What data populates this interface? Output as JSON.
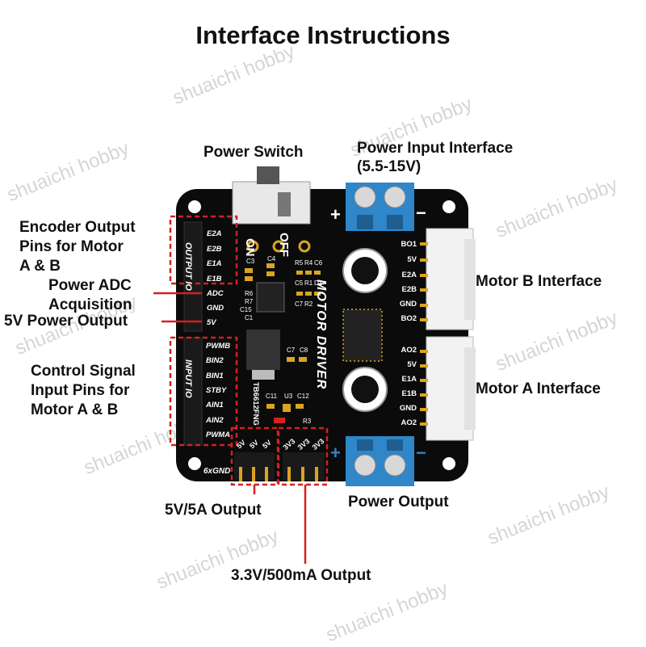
{
  "title": "Interface Instructions",
  "watermark": "shuaichi hobby",
  "callouts": {
    "power_switch": "Power Switch",
    "power_input_line1": "Power Input Interface",
    "power_input_line2": "(5.5-15V)",
    "encoder_line1": "Encoder Output",
    "encoder_line2": "Pins for Motor",
    "encoder_line3": "A & B",
    "adc_line1": "Power ADC",
    "adc_line2": "Acquisition",
    "fivev_power": "5V Power Output",
    "control_line1": "Control Signal",
    "control_line2": "Input Pins for",
    "control_line3": "Motor A & B",
    "motor_b": "Motor B Interface",
    "motor_a": "Motor A Interface",
    "power_output": "Power Output",
    "out_5v": "5V/5A Output",
    "out_3v3": "3.3V/500mA Output"
  },
  "board": {
    "output_io_label": "OUTPUT IO",
    "input_io_label": "INPUT IO",
    "output_pins": [
      "E2A",
      "E2B",
      "E1A",
      "E1B",
      "ADC",
      "GND",
      "5V"
    ],
    "input_pins": [
      "PWMB",
      "BIN2",
      "BIN1",
      "STBY",
      "AIN1",
      "AIN2",
      "PWMA"
    ],
    "motor_b_pins": [
      "BO1",
      "5V",
      "E2A",
      "E2B",
      "GND",
      "BO2"
    ],
    "motor_a_pins": [
      "AO2",
      "5V",
      "E1A",
      "E1B",
      "GND",
      "AO2"
    ],
    "switch_on": "ON",
    "switch_off": "OFF",
    "motor_driver_label": "MOTOR DRIVER",
    "chip_label": "TB6612FNG",
    "gnd_label": "6xGND",
    "plus": "+",
    "minus": "−",
    "header_5v": [
      "5V",
      "5V",
      "5V"
    ],
    "header_3v3": [
      "3V3",
      "3V3",
      "3V3"
    ],
    "components": [
      "C3",
      "C4",
      "R5",
      "R4",
      "C6",
      "C5",
      "R1",
      "D1",
      "R6",
      "R7",
      "C15",
      "C1",
      "C7",
      "R2",
      "C7",
      "C8",
      "C11",
      "U3",
      "C12",
      "R3"
    ]
  },
  "colors": {
    "board": "#0b0b0b",
    "terminal_blue": "#2f86c9",
    "callout_red": "#d42020",
    "connector_white": "#f2f2f2",
    "header_gold": "#d9a520"
  }
}
